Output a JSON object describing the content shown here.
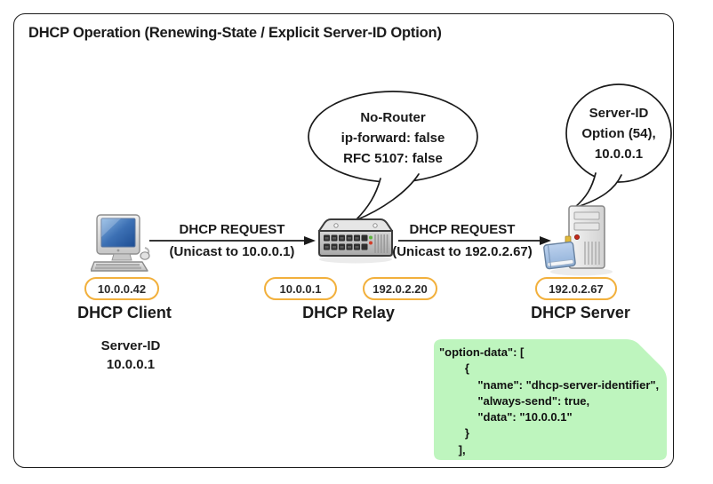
{
  "title": "DHCP Operation (Renewing-State / Explicit Server-ID Option)",
  "colors": {
    "badge_border": "#f2b03c",
    "note_background": "#bef5be",
    "line": "#1a1a1a",
    "screen_blue": "#2a5ca8"
  },
  "nodes": {
    "client": {
      "label": "DHCP Client",
      "badge": "10.0.0.42",
      "note_lines": [
        "Server-ID",
        "10.0.0.1"
      ]
    },
    "relay": {
      "label": "DHCP Relay",
      "badges": [
        "10.0.0.1",
        "192.0.2.20"
      ]
    },
    "server": {
      "label": "DHCP Server",
      "badge": "192.0.2.67"
    }
  },
  "arrows": [
    {
      "label": "DHCP REQUEST",
      "sublabel": "(Unicast to 10.0.0.1)"
    },
    {
      "label": "DHCP REQUEST",
      "sublabel": "(Unicast to 192.0.2.67)"
    }
  ],
  "bubbles": [
    {
      "lines": [
        "No-Router",
        "ip-forward: false",
        "RFC 5107: false"
      ]
    },
    {
      "lines": [
        "Server-ID",
        "Option (54),",
        "10.0.0.1"
      ]
    }
  ],
  "code_block": {
    "text": "\"option-data\": [\n        {\n            \"name\": \"dhcp-server-identifier\",\n            \"always-send\": true,\n            \"data\": \"10.0.0.1\"\n        }\n      ],"
  }
}
